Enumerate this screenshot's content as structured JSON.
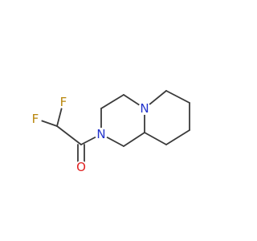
{
  "molecule": {
    "atoms": {
      "fluorine_top": {
        "symbol": "F",
        "color": "#b8860b"
      },
      "fluorine_left": {
        "symbol": "F",
        "color": "#b8860b"
      },
      "oxygen": {
        "symbol": "O",
        "color": "#e02020"
      },
      "nitrogen_amide": {
        "symbol": "N",
        "color": "#2233cc"
      },
      "nitrogen_bridge": {
        "symbol": "N",
        "color": "#2233cc"
      }
    },
    "bond_color": "#3a3a3a"
  }
}
